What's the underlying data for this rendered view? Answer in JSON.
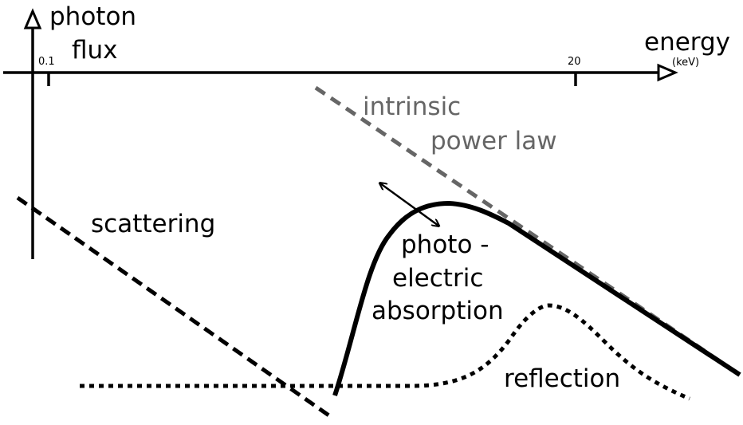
{
  "axes": {
    "y_label_line1": "photon",
    "y_label_line2": "flux",
    "x_label": "energy",
    "x_unit": "(keV)",
    "tick_low": "0.1",
    "tick_high": "20"
  },
  "labels": {
    "intrinsic_line1": "intrinsic",
    "intrinsic_line2": "power law",
    "scattering": "scattering",
    "photo_line1": "photo -",
    "photo_line2": "electric",
    "photo_line3": "absorption",
    "reflection": "reflection"
  },
  "colors": {
    "curve": "#000000",
    "intrinsic": "#666666"
  }
}
